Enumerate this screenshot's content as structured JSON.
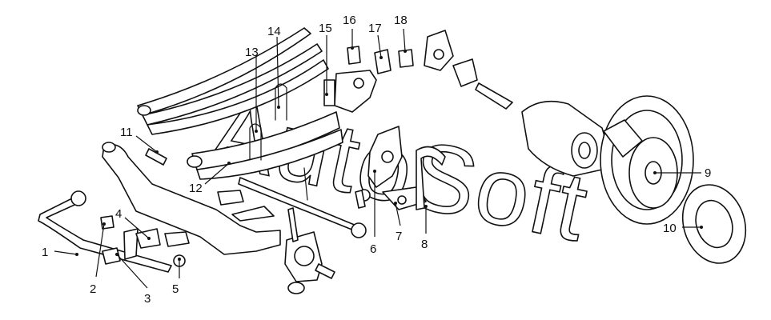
{
  "watermark": {
    "text": "AutoSoft"
  },
  "callouts": [
    "1",
    "2",
    "3",
    "4",
    "5",
    "6",
    "7",
    "8",
    "9",
    "10",
    "11",
    "12",
    "13",
    "14",
    "15",
    "16",
    "17",
    "18"
  ]
}
